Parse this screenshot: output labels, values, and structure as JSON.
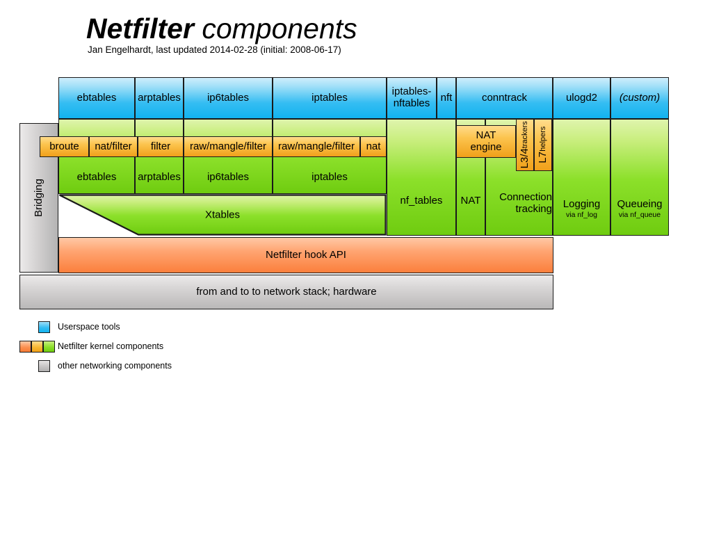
{
  "title": {
    "bold_part": "Netfilter",
    "normal_part": " components"
  },
  "subtitle": "Jan Engelhardt, last updated 2014-02-28 (initial: 2008-06-17)",
  "colors": {
    "userspace_blue": "#12b3ef",
    "kernel_green": "#6fcc10",
    "kernel_orange": "#f0a01a",
    "hook_orange": "#fb7f3c",
    "other_gray": "#b9b8b8"
  },
  "userspace_row": [
    {
      "label": "ebtables"
    },
    {
      "label": "arptables"
    },
    {
      "label": "ip6tables"
    },
    {
      "label": "iptables"
    },
    {
      "label": "iptables-nftables"
    },
    {
      "label": "nft"
    },
    {
      "label": "conntrack"
    },
    {
      "label": "ulogd2"
    },
    {
      "label": "(custom)",
      "italic": true
    }
  ],
  "tables_row": [
    {
      "label": "broute"
    },
    {
      "label": "nat/filter"
    },
    {
      "label": "filter"
    },
    {
      "label": "raw/mangle/filter"
    },
    {
      "label": "raw/mangle/filter"
    },
    {
      "label": "nat"
    }
  ],
  "kernel_row": [
    {
      "label": "ebtables"
    },
    {
      "label": "arptables"
    },
    {
      "label": "ip6tables"
    },
    {
      "label": "iptables"
    }
  ],
  "xtables": {
    "label": "Xtables"
  },
  "nf_tables": {
    "label": "nf_tables"
  },
  "nat": {
    "label": "NAT"
  },
  "nat_engine": {
    "label": "NAT\nengine",
    "line1": "NAT",
    "line2": "engine"
  },
  "conntrack": {
    "line1": "Connection",
    "line2": "tracking"
  },
  "trackers": {
    "big": "L3/4",
    "small": "trackers"
  },
  "helpers": {
    "big": "L7",
    "small": "helpers"
  },
  "logging": {
    "label": "Logging",
    "sub": "via nf_log"
  },
  "queueing": {
    "label": "Queueing",
    "sub": "via nf_queue"
  },
  "bridging": {
    "label": "Bridging"
  },
  "hook_api": {
    "label": "Netfilter hook API"
  },
  "network_stack": {
    "label": "from and to to network stack; hardware"
  },
  "legend": [
    {
      "label": "Userspace tools",
      "swatches": [
        "#35bdf2"
      ]
    },
    {
      "label": "Netfilter kernel components",
      "swatches": [
        "#fb8d4c",
        "#f7b52e",
        "#7ad81c"
      ]
    },
    {
      "label": "other networking components",
      "swatches": [
        "#c6c4c4"
      ]
    }
  ]
}
